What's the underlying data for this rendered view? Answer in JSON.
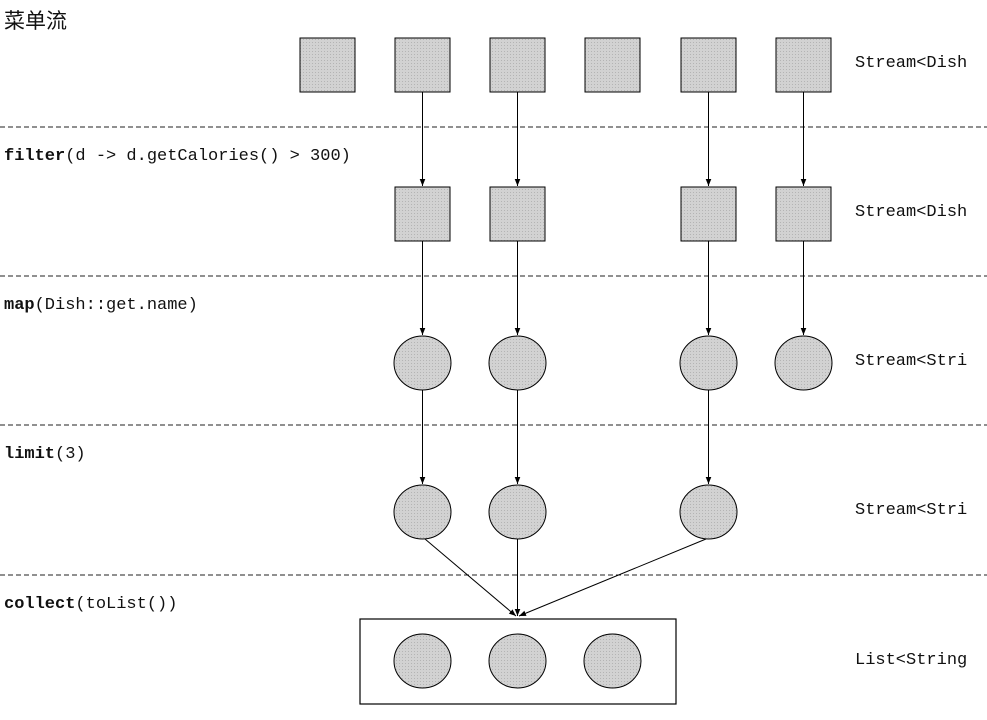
{
  "title": "菜单流",
  "operations": [
    {
      "name": "filter",
      "args": "(d -> d.getCalories() > 300)"
    },
    {
      "name": "map",
      "args": "(Dish::get.name)"
    },
    {
      "name": "limit",
      "args": "(3)"
    },
    {
      "name": "collect",
      "args": "(toList())"
    }
  ],
  "stage_types": [
    "Stream<Dish",
    "Stream<Dish",
    "Stream<Stri",
    "Stream<Stri",
    "List<String"
  ],
  "colors": {
    "element_fill": "#cfcfcf",
    "stroke": "#000000",
    "divider": "#222222"
  }
}
